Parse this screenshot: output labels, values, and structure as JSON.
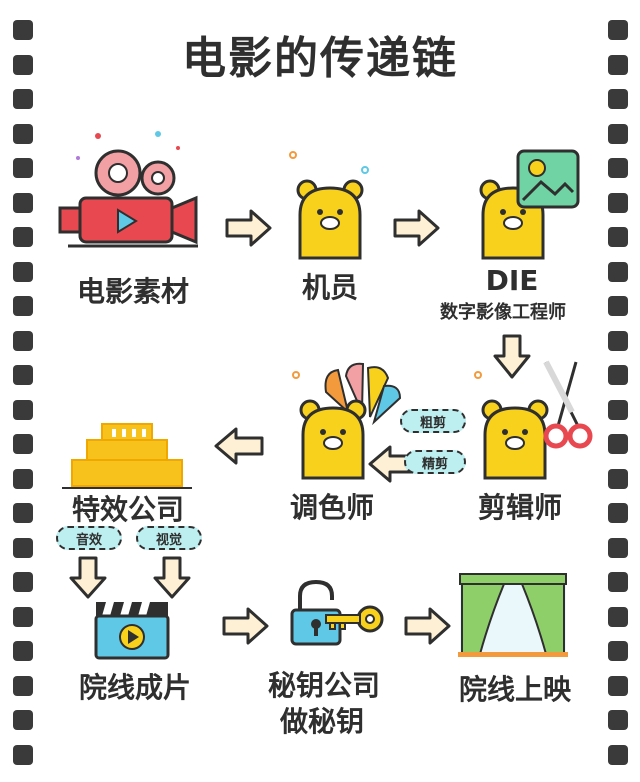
{
  "title": "电影的传递链",
  "nodes": {
    "material": "电影素材",
    "crew": "机员",
    "die": "DIE",
    "die_sub": "数字影像工程师",
    "editor": "剪辑师",
    "colorist": "调色师",
    "vfx": "特效公司",
    "cinema_final": "院线成片",
    "key_company": "秘钥公司",
    "key_company_2": "做秘钥",
    "release": "院线上映"
  },
  "tags": {
    "rough_cut": "粗剪",
    "fine_cut": "精剪",
    "audio_fx": "音效",
    "visual_fx": "视觉"
  },
  "icons": [
    "film-camera-icon",
    "bear-icon",
    "picture-icon",
    "scissors-icon",
    "crayons-icon",
    "building-icon",
    "clapperboard-icon",
    "padlock-icon",
    "key-icon",
    "stage-curtain-icon",
    "arrow-icon"
  ],
  "colors": {
    "bear": "#f8d11c",
    "accent_red": "#e8484f",
    "tag_bg": "#bdeef0",
    "film_hole": "#3a3a3a",
    "arrow_fill": "#fdf0d5"
  }
}
